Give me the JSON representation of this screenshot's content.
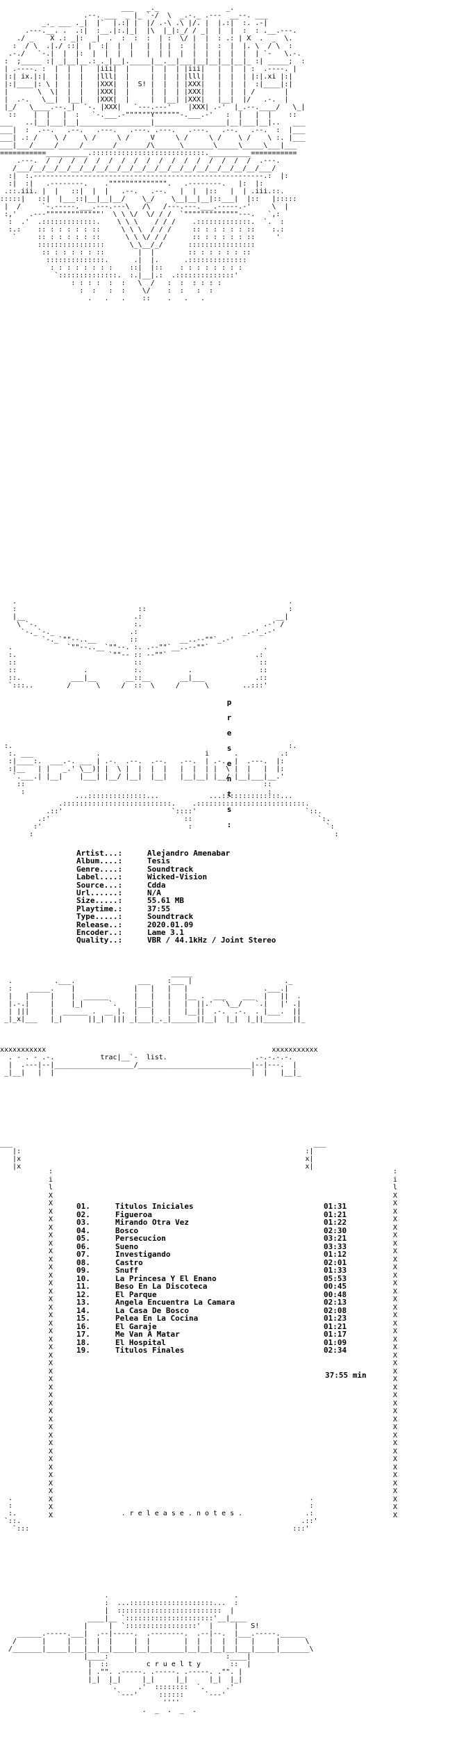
{
  "art": {
    "header": "                             ___   _._                _.          \n                    .--. ___  _ |_ `-/  \\  _.-._ .---  __--. ___  \n          _._ ___ ._|  |`  |.:| |  |/ .-\\ .\\ |/. |  |.:|  :. .-|\n      .---.__. .  .:|  :__.|:.|_|  |\\  |_|:_/ / _|  |  |  :  : .__.---.\n    ./ _    X .: _|:  _|  .  :  :  :  | :  \\/ |  |  : .: | X  .  _  \\.\n   :  / \\  .|./ ::|  |  :|  |  |   |  | |  :  |  |  :  |  |. \\  / \\  :\n  .-./   `-.|  |  |:  |  |  |  |   |  | |  |  |  |  |  |  |  | `-   \\.-.\n :  ;_____ :| _|__|__.:_._|__|._____|__.__|___|__|__|__|__|_ :| _____;  :\n | .----. :  |  |  |   |iii|  |     |  |  | |iii|   |  |  | :  .----. |\n |:| ix.|:|  |  |  |   |lll|  |     |  |  | |lll|   |  |  | |:|.xi |:|\n |:|____|: \\ |  |  |   |XXX|  |  S! |  |  | |XXX|   |  |  |  :|____|:|\n |       \\  \\|  |  |   |XXX|  |     |  |  | |XXX|   |  |  | /       |\n |  .-.   \\__|  |__|   |XXX|  |     |  |__| |XXX|   |__|  |/   .-.  |\n |_/   \\____.--._|  `-. |XXX|   `---.---'    |XXX| .-'  |_.--.____/   \\_|\n  ::    |  |   |  :   `-.___.-\"\"\"\"\"\"Y\"\"\"\"\"\"-.___.-'   :  |   |  |    ::\n___   ..|__|___|__|_________________|_________________|__|___|__|..   ___\n___|  :  .--.   .--.   .---.   .---. .---.   .---.   .--.   .--.  :  |___\n___| .: /    \\ /    \\ /     \\ /     V     \\ /     \\ /    \\ /    \\ :. |___\n___|___/_____/_____/_______/_______/\\______\\_______\\_____\\_____\\___|___\n===========__________.:::::::::::::::::::::::::::.__________===========\n    .---.  /  /  /  /  /  /  /  /  /  /  /  /  /  /  /  /  /  .---.\n   /___/__/__/__/__/__/__/__/__/__/__/__/__/__/__/__/__/__/__/___/\n  :|  :.-------------------------------------------------------.:  |:\n  :|  :|   .--------.    .\"\"\"\"\"\"\"\"\"\"\"\"\"\".   .--------.   |:  |:\n .::.iii. |  |   ::|  |  |   .--.   .--.   |  |  |::   |  | .iii.::.\n:::::|   ::|  |___::|__|__|__/    \\_/    \\__|__|__|::___|  |::   |:::::\n |  /     `-.-----.___.---.---\\   /\\   /---.---.___.-----.-'     \\  |\n :,'   .---\"\"\"\"\"\"\"\"\"\"\"\"\"'  \\ \\ \\/  \\/ / /  `\"\"\"\"\"\"\"\"\"\"\"\"\"---.   `,:\n  :  .'  .:::::::::::::.    \\ \\ \\    / / /    .:::::::::::::.  `.  :\n  :.:    :: : : : : : ::     \\ \\ \\  / / /     :: : : : : : ::    :.:\n   `     :: : : : : : ::      \\ \\ \\/ / /      :: : : : : : ::     '\n         ::::::::::::::::      \\_\\__/_/      ::::::::::::::::\n          :: : : : : : ::        |  |        :: : : : : : ::\n           ::::::::::::::.      .|  |.      .::::::::::::::\n            : : : : : : : :    ::|  |::    : : : : : : : :\n             `::::::::::::::.  :.|__|.:  .::::::::::::::'\n                 : : : :  :  :   \\  /   :  :  : : : :\n                   :  :   :  :    \\/    :  :   :  :\n                     .   .   .    ::    .   .   .",
    "middle": "   .                                                                 .\n   :                             ::                                  :\n   |__                          .:                                __|\n    \\ `-.                       :.                             .-' /\n     `-._`-._                  .:                         _.-'_.-'\n          `-._`\"\"--..__        ::          __..--\"\"`_.-'\n  .             `\"\"--..__`\"\"--. :. .--\"\"`__..--\"\"`             .\n  :.                      `\"\"-- :: --\"\"`                     .:\n  ::                            ::                            ::\n  ::                .           :.           .                ::\n  ::.            ___|__       __::__       __|___            .::\n  `:::..        /      \\     /  ::  \\     /      \\        ..:::'",
    "logo": " :.                                                                  :.\n  :. ___               .                         i      .          .:\n  :|____:.  ___.-. ___ | .-.  .--.  .--.   .--.  | .-.  |  .---.  |:\n  :|__   | |   _.' \\__)| |  \\ |  |  |  |   |  |  | |  \\ |  |   |  |:\n   `.___.| |__|    |___| |__/ |__|  |__|   |__|__| |__/ |__|___|__.'\n    ::                                                         ::\n     :                                                          :",
    "topbridge": "                  ...::::::::::::::...            ...::::::::::::::...\n              .::::::::::::::::::::::::::.    .::::::::::::::::::::::::::.\n           .::'                          `::::'                          `::.\n         .:'                                ::                              `:.\n        :'                                   :                                `:\n       :                                                                        :",
    "coverbrand": "                                         _____\n  .          .___.               ___    :___ |                      ._\n  :    _____.    |              |   |   |   |                  .___.|\n  |   |     |    |  ______      |   |   |   |__ .  ___    ___  |   ||  .\n  |.-.|     |    |_|      `.    |___|   |   |  ||.'  `\\__/   `.|   |' .|\n  | |||     |  ______ .  __ |.  |   |   |   |__||  .-.  .-.  . |___.  ||\n _|_x|___   |_|      ||_|  ||| _|___|_._|______||__|  |_|  |_||_______||_",
    "bridge2": "xxxxxxxxxxx                                                      xxxxxxxxxxx\n  . - . - .-.           trac|__`-  list.                     .-.-.-.-.\n  |  .---|--|___________________/___________________________|--|---.  |\n _|__|   |  |                                               |  |   |__|_",
    "frame": "___                                                                        ___\n   |:                                                                    :|\n   |x                                                                    x|\n   |x                                                                    x|",
    "footer1": "  .                                                                       .\n  :                                                                       :\n  :.                         . r e l e a s e . n o t e s .               .:\n `::.                                                                   .::'\n   `:::                                                               :::'",
    "footer2": "                         .                              .\n                         :  ...::::::::::::::::::::...  :\n                         |  :::::::::::::::::::::::::  |\n                     ____|__ `:::::::::::::::::::::'__|____\n                    |     |  `:::::::::::::::::'  |     |   S!\n    ______.-----.___|  .--|-----.  .--------.  .--|--.  |___.-----.______\n   /      |     |   |  |  |     |  |        |  |  |  |  |   |     |      \\\n  /_______|_____|___|__|__|_____|__|________|__|__|__|__|___|_____|_______\\\n                    |____:                            :____|\n                     |  ::         c r u e l t y       ::  |\n                     | .\"\". .-----. .-----. .-----. .\"\". |\n                     |_|  |_|     |_|     |_|     |_|  |_|\n                          `.     .'  ::::::::  `.     .'\n                            `---'     ::::::     `---'\n                                       ''''\n                                  .  _  .  _  ."
  },
  "presents": [
    "p",
    "r",
    "e",
    "s",
    "e",
    "n",
    "t",
    "s",
    ":"
  ],
  "info": [
    {
      "k": "Artist...:",
      "v": "Alejandro Amenabar"
    },
    {
      "k": "Album....:",
      "v": "Tesis"
    },
    {
      "k": "Genre....:",
      "v": "Soundtrack"
    },
    {
      "k": "Label....:",
      "v": "Wicked-Vision"
    },
    {
      "k": "Source...:",
      "v": "Cdda"
    },
    {
      "k": "Url......:",
      "v": "N/A"
    },
    {
      "k": "Size.....:",
      "v": "55.61 MB"
    },
    {
      "k": "Playtime.:",
      "v": "37:55"
    },
    {
      "k": "Type.....:",
      "v": "Soundtrack"
    },
    {
      "k": "Release..:",
      "v": "2020.01.09"
    },
    {
      "k": "Encoder..:",
      "v": "Lame 3.1"
    },
    {
      "k": "Quality..:",
      "v": "VBR / 44.1kHz / Joint Stereo"
    }
  ],
  "tracks": [
    {
      "num": "01.",
      "title": "Titulos Iniciales",
      "dur": "01:31"
    },
    {
      "num": "02.",
      "title": "Figueroa",
      "dur": "01:21"
    },
    {
      "num": "03.",
      "title": "Mirando Otra Vez",
      "dur": "01:22"
    },
    {
      "num": "04.",
      "title": "Bosco",
      "dur": "02:30"
    },
    {
      "num": "05.",
      "title": "Persecucion",
      "dur": "03:21"
    },
    {
      "num": "06.",
      "title": "Sueno",
      "dur": "03:33"
    },
    {
      "num": "07.",
      "title": "Investigando",
      "dur": "01:12"
    },
    {
      "num": "08.",
      "title": "Castro",
      "dur": "02:01"
    },
    {
      "num": "09.",
      "title": "Snuff",
      "dur": "01:33"
    },
    {
      "num": "10.",
      "title": "La Princesa Y El Enano",
      "dur": "05:53"
    },
    {
      "num": "11.",
      "title": "Beso En La Discoteca",
      "dur": "00:45"
    },
    {
      "num": "12.",
      "title": "El Parque",
      "dur": "00:48"
    },
    {
      "num": "13.",
      "title": "Angela Encuentra La Camara",
      "dur": "02:13"
    },
    {
      "num": "14.",
      "title": "La Casa De Bosco",
      "dur": "02:08"
    },
    {
      "num": "15.",
      "title": "Pelea En La Cocina",
      "dur": "01:23"
    },
    {
      "num": "16.",
      "title": "El Garaje",
      "dur": "01:21"
    },
    {
      "num": "17.",
      "title": "Me Van A Matar",
      "dur": "01:17"
    },
    {
      "num": "18.",
      "title": "El Hospital",
      "dur": "01:09"
    },
    {
      "num": "19.",
      "title": "Titulos Finales",
      "dur": "02:34"
    }
  ],
  "total": "37:55 min",
  "side_column": ":ilXXXXXXXXXXXXXXXXXXXXXXXXXXXXXXXXXXXXXXXXX"
}
